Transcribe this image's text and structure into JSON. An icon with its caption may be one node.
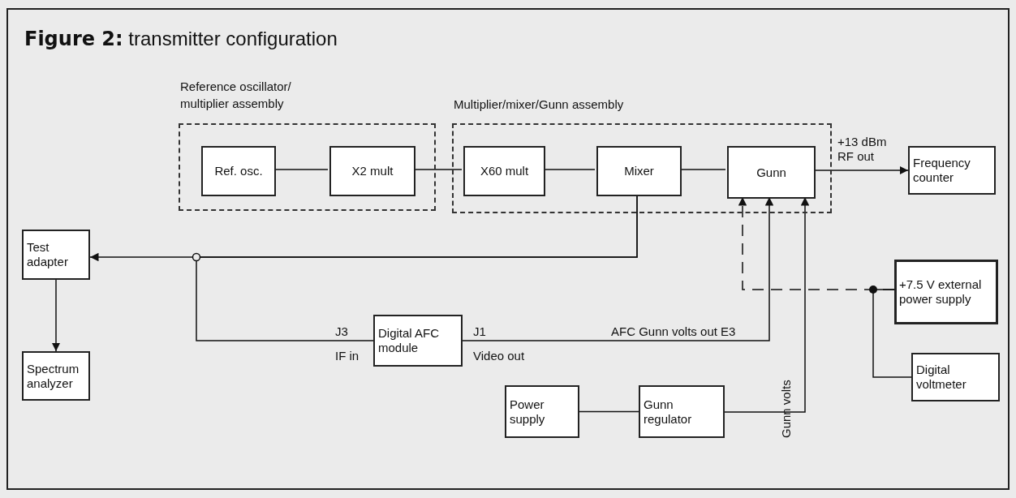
{
  "diagram": {
    "title": "**Figure 2:** transmitter configuration",
    "nodes": [
      {
        "text": [
          "Reference oscillator/ multiplier assembly"
        ]
      },
      {
        "text": [
          "Ref. osc."
        ],
        "in": 0
      },
      {
        "text": [
          "X2 mult"
        ],
        "in": 0
      },
      {
        "text": [
          "Multiplier/mixer/Gunn assembly"
        ]
      },
      {
        "text": [
          "X60 mult"
        ],
        "in": 3
      },
      {
        "text": [
          "Mixer"
        ],
        "in": 3
      },
      {
        "text": [
          "Gunn"
        ],
        "in": 3
      },
      {
        "text": [
          "Frequency counter"
        ]
      },
      {
        "text": [
          "Test adapter"
        ]
      },
      {
        "text": [
          "Spectrum analyzer"
        ]
      },
      {
        "text": [
          "Digital AFC module"
        ],
        "beside": [
          "J3",
          "IF in",
          "J1",
          "Video out"
        ]
      },
      {
        "text": [
          "+7.5 V external power supply"
        ]
      },
      {
        "text": [
          "Digital voltmeter"
        ]
      },
      {
        "text": [
          "Power supply"
        ]
      },
      {
        "text": [
          "Gunn regulator"
        ]
      }
    ],
    "edges": [
      {
        "from": 1,
        "to": 2,
        "arrow": "none"
      },
      {
        "from": 2,
        "to": 4,
        "arrow": "none"
      },
      {
        "from": 4,
        "to": 5,
        "arrow": "none"
      },
      {
        "from": 5,
        "to": 6,
        "arrow": "none"
      },
      {
        "from": 6,
        "to": 7,
        "arrow": "to",
        "label": "+13 dBm RF out"
      },
      {
        "from": 5,
        "to": 8,
        "arrow": "to"
      },
      {
        "from": 8,
        "to": 9,
        "arrow": "to"
      },
      {
        "from": 5,
        "to": 10,
        "arrow": "none"
      },
      {
        "from": 10,
        "to": 6,
        "arrow": "to",
        "label": "AFC Gunn volts out E3"
      },
      {
        "from": 14,
        "to": 6,
        "arrow": "to",
        "label": "Gunn volts"
      },
      {
        "from": 13,
        "to": 14,
        "arrow": "none"
      },
      {
        "from": 11,
        "to": 6,
        "arrow": "to",
        "style": "dashed"
      },
      {
        "from": 11,
        "to": 12,
        "arrow": "none"
      }
    ]
  }
}
